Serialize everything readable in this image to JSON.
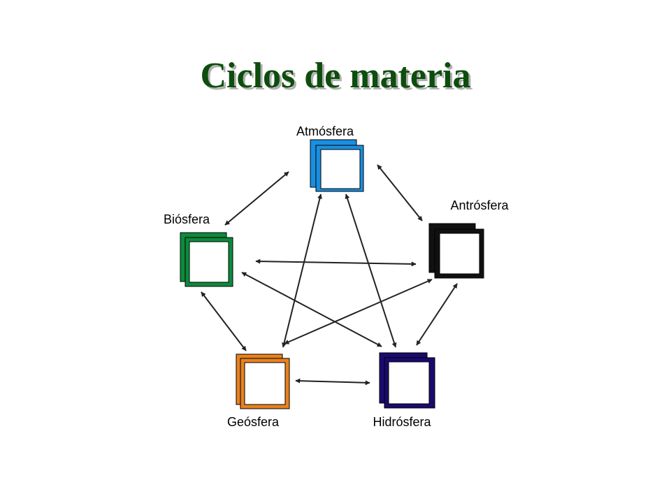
{
  "title": "Ciclos de materia",
  "colors": {
    "title": "#0d4d0d",
    "atmosfera": "#1a8fe0",
    "antrosfera": "#111111",
    "biosfera": "#0d8a3c",
    "geosfera": "#e8821e",
    "hidrosfera": "#1a0a6e",
    "arrow": "#222222"
  },
  "nodes": {
    "atmosfera": {
      "label": "Atmósfera"
    },
    "antrosfera": {
      "label": "Antrósfera"
    },
    "biosfera": {
      "label": "Biósfera"
    },
    "geosfera": {
      "label": "Geósfera"
    },
    "hidrosfera": {
      "label": "Hidrósfera"
    }
  },
  "connections": [
    [
      "atmosfera",
      "biosfera"
    ],
    [
      "atmosfera",
      "antrosfera"
    ],
    [
      "atmosfera",
      "geosfera"
    ],
    [
      "atmosfera",
      "hidrosfera"
    ],
    [
      "biosfera",
      "antrosfera"
    ],
    [
      "biosfera",
      "geosfera"
    ],
    [
      "biosfera",
      "hidrosfera"
    ],
    [
      "antrosfera",
      "geosfera"
    ],
    [
      "antrosfera",
      "hidrosfera"
    ],
    [
      "geosfera",
      "hidrosfera"
    ]
  ]
}
